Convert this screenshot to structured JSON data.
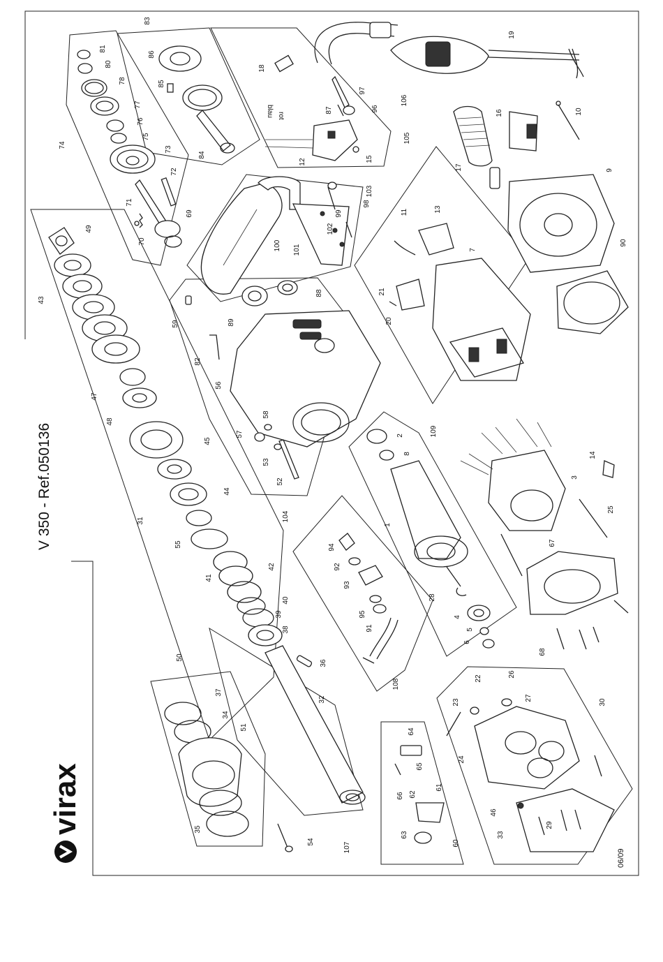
{
  "brand": {
    "logo_text": "virax"
  },
  "header": {
    "title": "V 350 - Ref.050136"
  },
  "footer": {
    "date": "06/09"
  },
  "wire_colors": {
    "blue": "blau",
    "red": "rot"
  },
  "part_labels": [
    "1",
    "2",
    "3",
    "4",
    "5",
    "6",
    "7",
    "8",
    "9",
    "10",
    "11",
    "12",
    "13",
    "14",
    "15",
    "16",
    "17",
    "18",
    "19",
    "20",
    "21",
    "22",
    "23",
    "24",
    "25",
    "26",
    "27",
    "28",
    "29",
    "30",
    "31",
    "32",
    "33",
    "34",
    "35",
    "36",
    "37",
    "38",
    "39",
    "40",
    "41",
    "42",
    "43",
    "44",
    "45",
    "46",
    "47",
    "48",
    "49",
    "50",
    "51",
    "52",
    "53",
    "54",
    "55",
    "56",
    "57",
    "58",
    "59",
    "60",
    "61",
    "62",
    "63",
    "64",
    "65",
    "66",
    "67",
    "68",
    "69",
    "70",
    "71",
    "72",
    "73",
    "74",
    "75",
    "76",
    "77",
    "78",
    "80",
    "81",
    "82",
    "83",
    "84",
    "85",
    "86",
    "87",
    "88",
    "89",
    "90",
    "91",
    "92",
    "93",
    "94",
    "95",
    "96",
    "97",
    "98",
    "99",
    "100",
    "101",
    "102",
    "103",
    "104",
    "105",
    "106",
    "107",
    "108",
    "109"
  ]
}
